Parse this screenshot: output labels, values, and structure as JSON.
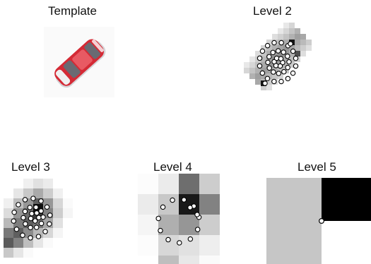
{
  "titles": {
    "template": "Template",
    "level2": "Level 2",
    "level3": "Level 3",
    "level4": "Level 4",
    "level5": "Level 5"
  },
  "colors": {
    "car_body": "#d42a35",
    "car_dark": "#6a6a72",
    "point_fill": "#ffffff",
    "point_stroke": "#000000"
  }
}
